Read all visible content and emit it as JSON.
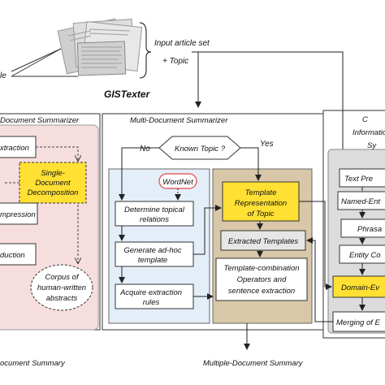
{
  "header": {
    "input_label": "Input article set",
    "topic_label": "+ Topic",
    "left_fragment": "le",
    "system_name": "GISTexter"
  },
  "single_doc": {
    "title": "Document Summarizer",
    "box_extraction": "xtraction",
    "box_decomposition": [
      "Single-",
      "Document",
      "Decomposition"
    ],
    "box_compression": "mpression",
    "box_reduction": "duction",
    "corpus": [
      "Corpus of",
      "human-written",
      "abstracts"
    ],
    "output": "ocument Summary"
  },
  "multi_doc": {
    "title": "Multi-Document  Summarizer",
    "decision": "Known Topic ?",
    "no_label": "No",
    "yes_label": "Yes",
    "wordnet": "WordNet",
    "step_topical": [
      "Determine topical",
      "relations"
    ],
    "step_adhoc": [
      "Generate ad-hoc",
      "template"
    ],
    "step_acquire": [
      "Acquire extraction",
      "rules"
    ],
    "template_repr": [
      "Template",
      "Representation",
      "of Topic"
    ],
    "extracted_templates": "Extracted Templates",
    "combination": [
      "Template-combination",
      "Operators and",
      "sentence extraction"
    ],
    "output": "Multiple-Document Summary"
  },
  "ie_system": {
    "title_lines": [
      "C",
      "Informatio",
      "Sy"
    ],
    "items": [
      "Text Pre",
      "Named-Ent",
      "Phrasa",
      "Entity Co",
      "Domain-Ev",
      "Merging of E"
    ]
  },
  "colors": {
    "single_panel": "#f7dede",
    "wordnet_border": "#e06666",
    "multi_left_panel": "#e4eef9",
    "multi_right_panel": "#d8c7a8",
    "highlight": "#ffe033",
    "ie_panel": "#dcdcdc",
    "line": "#222222"
  }
}
